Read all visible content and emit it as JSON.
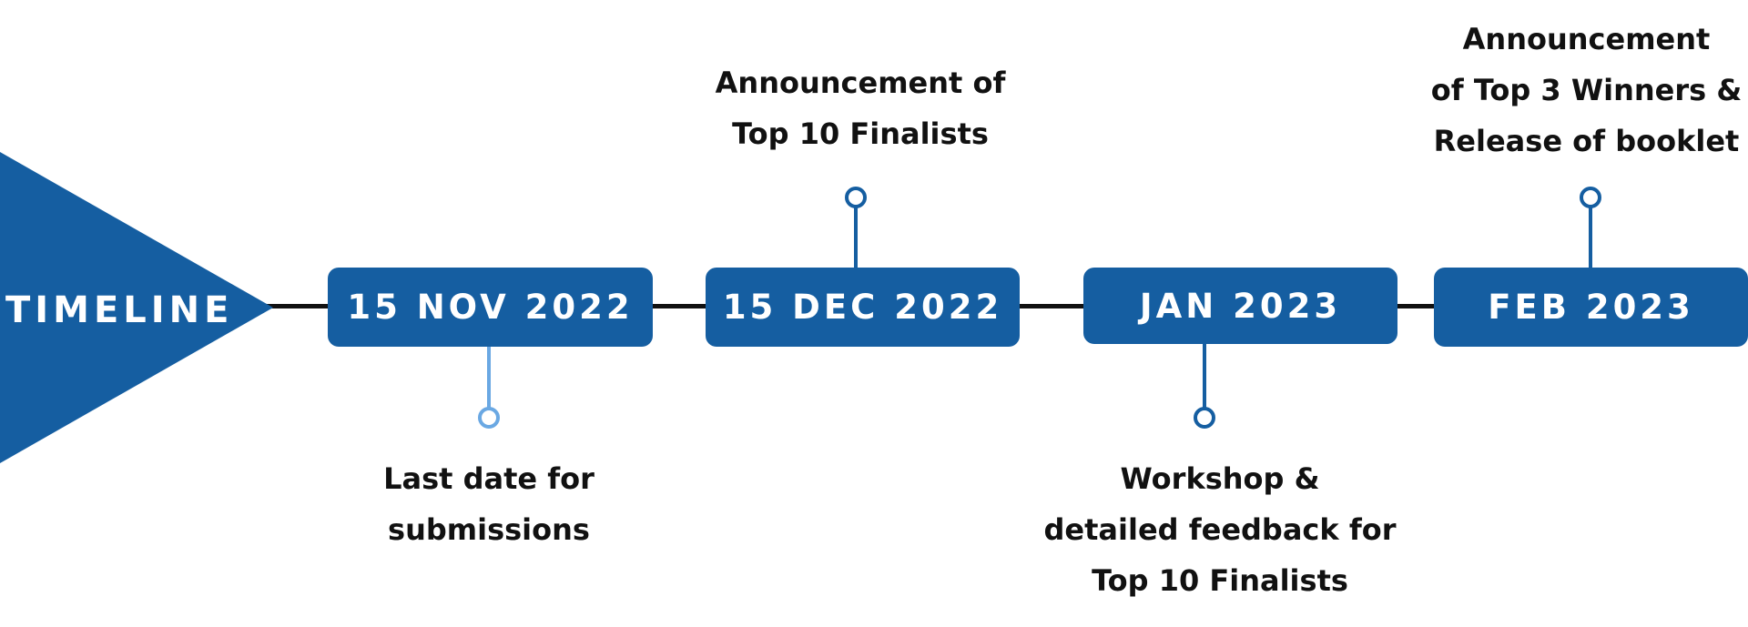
{
  "title": "TIMELINE",
  "colors": {
    "primary": "#155ea1",
    "light_accent": "#6aa8e3",
    "line": "#111111",
    "text": "#111111",
    "background": "#ffffff"
  },
  "milestones": [
    {
      "date": "15 NOV 2022",
      "caption_position": "below",
      "caption_lines": [
        "Last date for",
        "submissions"
      ]
    },
    {
      "date": "15 DEC 2022",
      "caption_position": "above",
      "caption_lines": [
        "Announcement of",
        "Top 10 Finalists"
      ]
    },
    {
      "date": "JAN 2023",
      "caption_position": "below",
      "caption_lines": [
        "Workshop &",
        "detailed feedback for",
        "Top 10 Finalists"
      ]
    },
    {
      "date": "FEB 2023",
      "caption_position": "above",
      "caption_lines": [
        "Announcement",
        "of Top 3 Winners &",
        "Release of booklet"
      ]
    }
  ]
}
